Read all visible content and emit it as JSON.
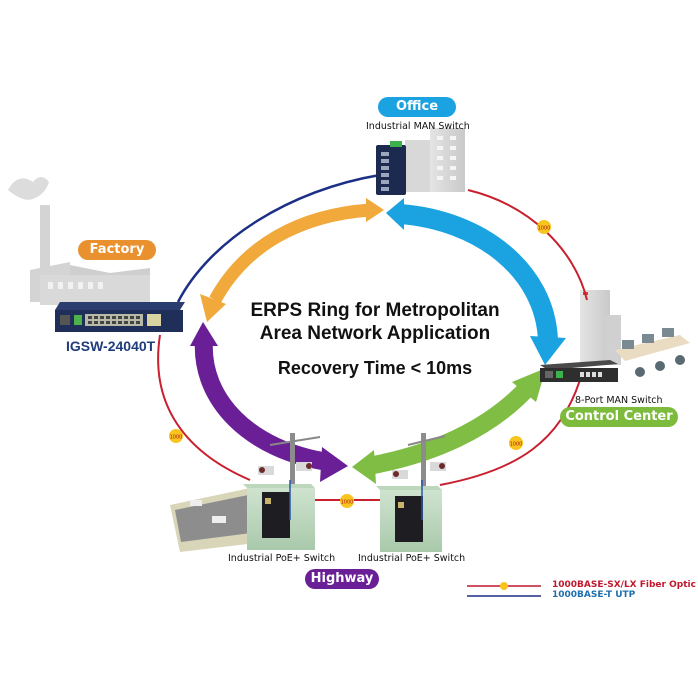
{
  "diagram": {
    "title_line1": "ERPS Ring for Metropolitan",
    "title_line2": "Area Network Application",
    "subtitle": "Recovery Time < 10ms"
  },
  "nodes": {
    "office": {
      "label": "Office",
      "device": "Industrial MAN Switch",
      "color": "#1aa3e0"
    },
    "factory": {
      "label": "Factory",
      "device": "IGSW-24040T",
      "color": "#e8912e"
    },
    "control_center": {
      "label": "Control Center",
      "device": "8-Port MAN Switch",
      "color": "#7dbb3c"
    },
    "highway": {
      "label": "Highway",
      "device_left": "Industrial PoE+ Switch",
      "device_right": "Industrial PoE+ Switch",
      "color": "#6a1f96"
    }
  },
  "link_badge": "1000",
  "legend": [
    {
      "label": "1000BASE-SX/LX Fiber Optic",
      "color": "#c0182e",
      "type": "fiber"
    },
    {
      "label": "1000BASE-T UTP",
      "color": "#1f6fb0",
      "type": "utp"
    }
  ],
  "arrows": {
    "office_factory": "#f0a93a",
    "office_control": "#1aa3e0",
    "control_highway": "#80bd45",
    "factory_highway": "#6a1f96"
  },
  "links": {
    "fiber": "#c8202f",
    "utp": "#1b2f85"
  }
}
